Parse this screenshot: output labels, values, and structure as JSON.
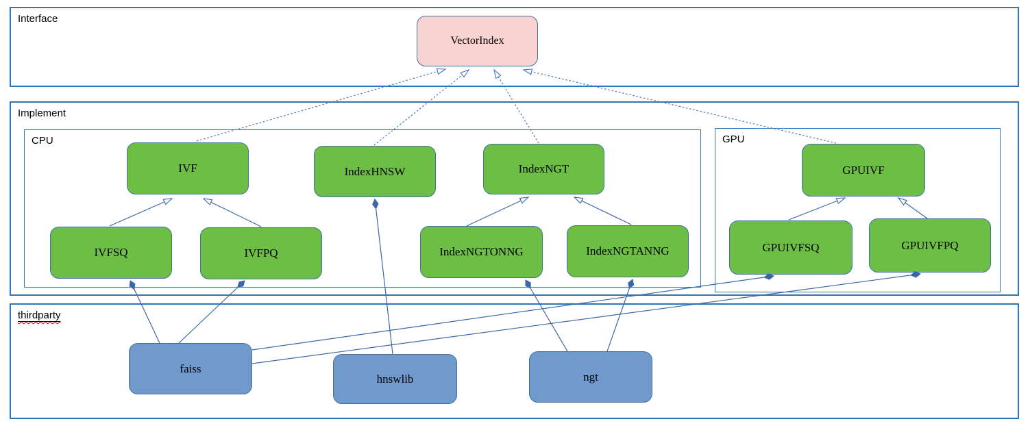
{
  "diagram": {
    "containers": {
      "interface": {
        "label": "Interface"
      },
      "implement": {
        "label": "Implement"
      },
      "cpu": {
        "label": "CPU"
      },
      "gpu": {
        "label": "GPU"
      },
      "thirdparty": {
        "label": "thirdparty"
      }
    },
    "nodes": {
      "vectorindex": {
        "label": "VectorIndex",
        "fill": "#f9d2d2",
        "container": "interface"
      },
      "ivf": {
        "label": "IVF",
        "fill": "#6cbe45",
        "container": "cpu"
      },
      "indexhnsw": {
        "label": "IndexHNSW",
        "fill": "#6cbe45",
        "container": "cpu"
      },
      "indexngt": {
        "label": "IndexNGT",
        "fill": "#6cbe45",
        "container": "cpu"
      },
      "ivfsq": {
        "label": "IVFSQ",
        "fill": "#6cbe45",
        "container": "cpu"
      },
      "ivfpq": {
        "label": "IVFPQ",
        "fill": "#6cbe45",
        "container": "cpu"
      },
      "indexngtonng": {
        "label": "IndexNGTONNG",
        "fill": "#6cbe45",
        "container": "cpu"
      },
      "indexngtanng": {
        "label": "IndexNGTANNG",
        "fill": "#6cbe45",
        "container": "cpu"
      },
      "gpuivf": {
        "label": "GPUIVF",
        "fill": "#6cbe45",
        "container": "gpu"
      },
      "gpuivfsq": {
        "label": "GPUIVFSQ",
        "fill": "#6cbe45",
        "container": "gpu"
      },
      "gpuivfpq": {
        "label": "GPUIVFPQ",
        "fill": "#6cbe45",
        "container": "gpu"
      },
      "faiss": {
        "label": "faiss",
        "fill": "#7099cc",
        "container": "thirdparty"
      },
      "hnswlib": {
        "label": "hnswlib",
        "fill": "#7099cc",
        "container": "thirdparty"
      },
      "ngt": {
        "label": "ngt",
        "fill": "#7099cc",
        "container": "thirdparty"
      }
    },
    "edges": [
      {
        "from": "ivf",
        "to": "vectorindex",
        "type": "realization",
        "style": "dashed, hollow arrow at vectorindex"
      },
      {
        "from": "indexhnsw",
        "to": "vectorindex",
        "type": "realization",
        "style": "dashed, hollow arrow at vectorindex"
      },
      {
        "from": "indexngt",
        "to": "vectorindex",
        "type": "realization",
        "style": "dashed, hollow arrow at vectorindex"
      },
      {
        "from": "gpuivf",
        "to": "vectorindex",
        "type": "realization",
        "style": "dashed, hollow arrow at vectorindex"
      },
      {
        "from": "ivfsq",
        "to": "ivf",
        "type": "generalization",
        "style": "solid, hollow arrow at ivf"
      },
      {
        "from": "ivfpq",
        "to": "ivf",
        "type": "generalization",
        "style": "solid, hollow arrow at ivf"
      },
      {
        "from": "indexngtonng",
        "to": "indexngt",
        "type": "generalization",
        "style": "solid, hollow arrow at indexngt"
      },
      {
        "from": "indexngtanng",
        "to": "indexngt",
        "type": "generalization",
        "style": "solid, hollow arrow at indexngt"
      },
      {
        "from": "gpuivfsq",
        "to": "gpuivf",
        "type": "generalization",
        "style": "solid, hollow arrow at gpuivf"
      },
      {
        "from": "gpuivfpq",
        "to": "gpuivf",
        "type": "generalization",
        "style": "solid, hollow arrow at gpuivf"
      },
      {
        "from": "faiss",
        "to": "ivfsq",
        "type": "composition",
        "style": "solid, filled diamond at ivfsq"
      },
      {
        "from": "faiss",
        "to": "ivfpq",
        "type": "composition",
        "style": "solid, filled diamond at ivfpq"
      },
      {
        "from": "faiss",
        "to": "gpuivfsq",
        "type": "composition",
        "style": "solid, filled diamond at gpuivfsq"
      },
      {
        "from": "faiss",
        "to": "gpuivfpq",
        "type": "composition",
        "style": "solid, filled diamond at gpuivfpq"
      },
      {
        "from": "hnswlib",
        "to": "indexhnsw",
        "type": "composition",
        "style": "solid, filled diamond at indexhnsw"
      },
      {
        "from": "ngt",
        "to": "indexngtonng",
        "type": "composition",
        "style": "solid, filled diamond at indexngtonng"
      },
      {
        "from": "ngt",
        "to": "indexngtanng",
        "type": "composition",
        "style": "solid, filled diamond at indexngtanng"
      }
    ],
    "colors": {
      "interface_node_fill": "#f9d2d2",
      "implement_node_fill": "#6cbe45",
      "thirdparty_node_fill": "#7099cc",
      "node_border": "#41719c",
      "container_border": "#2e75b5",
      "solid_edge": "#3a67a8",
      "dashed_edge": "#4472c4",
      "spellcheck_underline": "#cc0000"
    }
  }
}
